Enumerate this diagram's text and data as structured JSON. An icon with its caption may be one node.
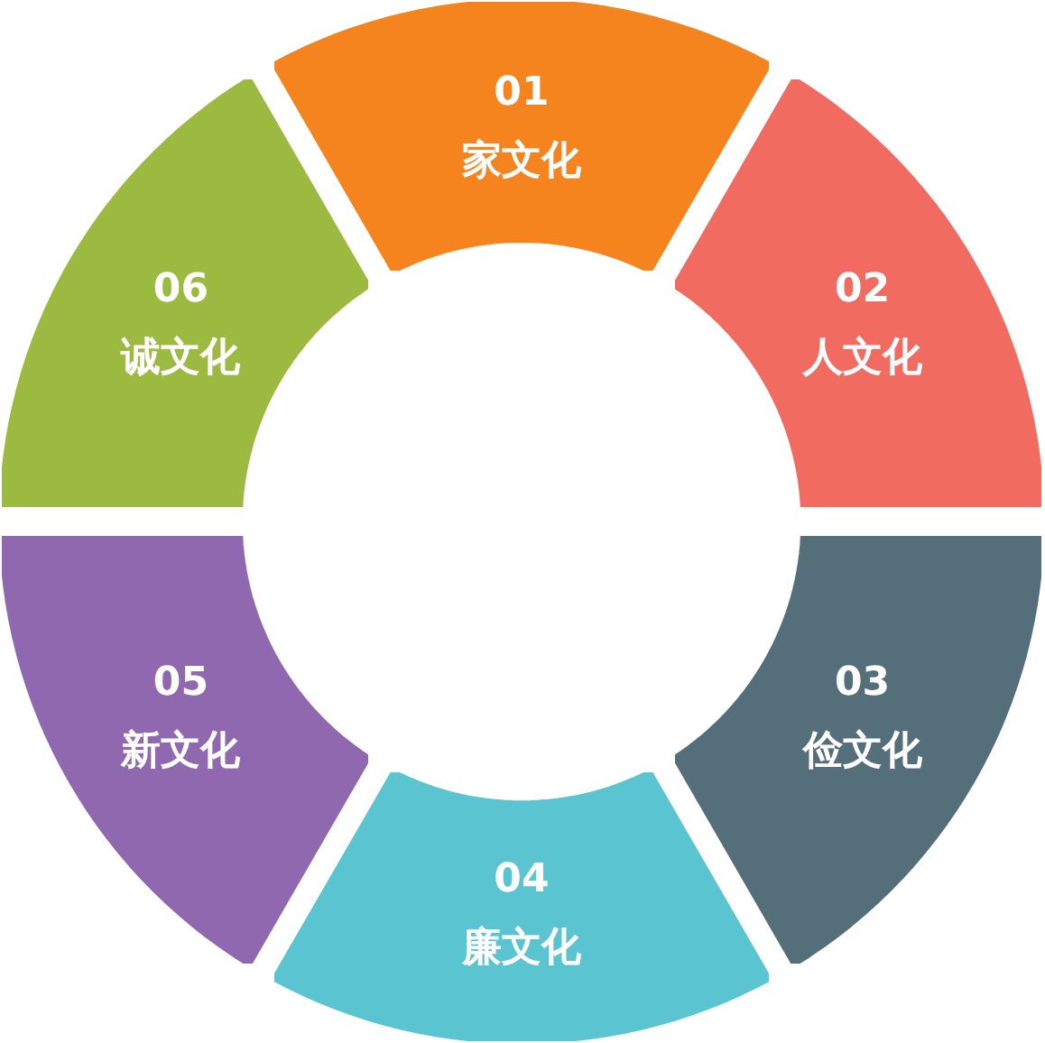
{
  "diagram": {
    "nodes": [
      {
        "text": [
          "01",
          "家文化"
        ]
      },
      {
        "text": [
          "02",
          "人文化"
        ]
      },
      {
        "text": [
          "03",
          "俭文化"
        ]
      },
      {
        "text": [
          "04",
          "廉文化"
        ]
      },
      {
        "text": [
          "05",
          "新文化"
        ]
      },
      {
        "text": [
          "06",
          "诚文化"
        ]
      }
    ]
  }
}
